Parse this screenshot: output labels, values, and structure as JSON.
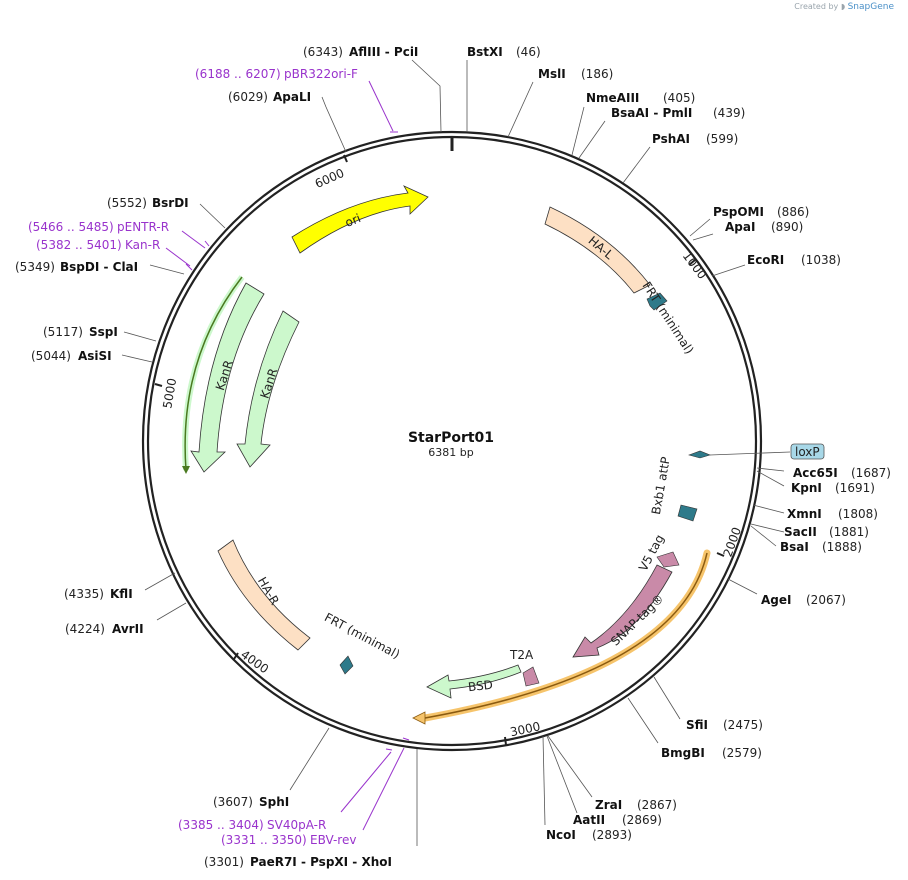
{
  "credit": {
    "created_by": "Created by",
    "brand": "SnapGene"
  },
  "plasmid": {
    "name": "StarPort01",
    "length_label": "6381 bp",
    "length": 6381
  },
  "ticks": [
    {
      "pos": 1000,
      "label": "1000"
    },
    {
      "pos": 2000,
      "label": "2000"
    },
    {
      "pos": 3000,
      "label": "3000"
    },
    {
      "pos": 4000,
      "label": "4000"
    },
    {
      "pos": 5000,
      "label": "5000"
    },
    {
      "pos": 6000,
      "label": "6000"
    }
  ],
  "sites": [
    {
      "id": "bstxi",
      "pos": 46,
      "name": "BstXI",
      "num": "(46)",
      "side": "right"
    },
    {
      "id": "msli",
      "pos": 186,
      "name": "MslI",
      "num": "(186)",
      "side": "right"
    },
    {
      "id": "nmeaiii",
      "pos": 405,
      "name": "NmeAIII",
      "num": "(405)",
      "side": "right"
    },
    {
      "id": "bsaai",
      "pos": 439,
      "name": "BsaAI  -  PmlI",
      "num": "(439)",
      "side": "right"
    },
    {
      "id": "pshai",
      "pos": 599,
      "name": "PshAI",
      "num": "(599)",
      "side": "right"
    },
    {
      "id": "pspomi",
      "pos": 886,
      "name": "PspOMI",
      "num": "(886)",
      "side": "right"
    },
    {
      "id": "apai",
      "pos": 890,
      "name": "ApaI",
      "num": "(890)",
      "side": "right"
    },
    {
      "id": "ecori",
      "pos": 1038,
      "name": "EcoRI",
      "num": "(1038)",
      "side": "right"
    },
    {
      "id": "acc65i",
      "pos": 1687,
      "name": "Acc65I",
      "num": "(1687)",
      "side": "right"
    },
    {
      "id": "kpni",
      "pos": 1691,
      "name": "KpnI",
      "num": "(1691)",
      "side": "right"
    },
    {
      "id": "xmni",
      "pos": 1808,
      "name": "XmnI",
      "num": "(1808)",
      "side": "right"
    },
    {
      "id": "sacii",
      "pos": 1881,
      "name": "SacII",
      "num": "(1881)",
      "side": "right"
    },
    {
      "id": "bsai",
      "pos": 1888,
      "name": "BsaI",
      "num": "(1888)",
      "side": "right"
    },
    {
      "id": "agei",
      "pos": 2067,
      "name": "AgeI",
      "num": "(2067)",
      "side": "right"
    },
    {
      "id": "sfii",
      "pos": 2475,
      "name": "SfiI",
      "num": "(2475)",
      "side": "right"
    },
    {
      "id": "bmgbi",
      "pos": 2579,
      "name": "BmgBI",
      "num": "(2579)",
      "side": "right"
    },
    {
      "id": "zrai",
      "pos": 2867,
      "name": "ZraI",
      "num": "(2867)",
      "side": "right"
    },
    {
      "id": "aatii",
      "pos": 2869,
      "name": "AatII",
      "num": "(2869)",
      "side": "right"
    },
    {
      "id": "ncoi",
      "pos": 2893,
      "name": "NcoI",
      "num": "(2893)",
      "side": "right"
    },
    {
      "id": "paer7i",
      "pos": 3301,
      "name": "PaeR7I  -  PspXI  -  XhoI",
      "num": "(3301)",
      "side": "left"
    },
    {
      "id": "sphi",
      "pos": 3607,
      "name": "SphI",
      "num": "(3607)",
      "side": "left"
    },
    {
      "id": "avrii",
      "pos": 4224,
      "name": "AvrII",
      "num": "(4224)",
      "side": "left"
    },
    {
      "id": "kfli",
      "pos": 4335,
      "name": "KflI",
      "num": "(4335)",
      "side": "left"
    },
    {
      "id": "asisi",
      "pos": 5044,
      "name": "AsiSI",
      "num": "(5044)",
      "side": "left"
    },
    {
      "id": "sspi",
      "pos": 5117,
      "name": "SspI",
      "num": "(5117)",
      "side": "left"
    },
    {
      "id": "bspdi",
      "pos": 5349,
      "name": "BspDI  -  ClaI",
      "num": "(5349)",
      "side": "left"
    },
    {
      "id": "bsrdi",
      "pos": 5552,
      "name": "BsrDI",
      "num": "(5552)",
      "side": "left"
    },
    {
      "id": "apali",
      "pos": 6029,
      "name": "ApaLI",
      "num": "(6029)",
      "side": "left"
    },
    {
      "id": "aflIII",
      "pos": 6343,
      "name": "AflIII  -  PciI",
      "num": "(6343)",
      "side": "left"
    }
  ],
  "primers": [
    {
      "id": "pbr322ori",
      "range": "(6188 .. 6207)",
      "name": "pBR322ori-F"
    },
    {
      "id": "pentr",
      "range": "(5466 .. 5485)",
      "name": "pENTR-R"
    },
    {
      "id": "kanr",
      "range": "(5382 .. 5401)",
      "name": "Kan-R"
    },
    {
      "id": "sv40pa",
      "range": "(3385 .. 3404)",
      "name": "SV40pA-R"
    },
    {
      "id": "ebvrev",
      "range": "(3331 .. 3350)",
      "name": "EBV-rev"
    }
  ],
  "features": [
    {
      "id": "ori",
      "label": "ori",
      "color": "#ffff00"
    },
    {
      "id": "ha-l",
      "label": "HA-L",
      "color": "#fde0c4"
    },
    {
      "id": "frt-top",
      "label": "FRT (minimal)",
      "color": "#2e7a8a"
    },
    {
      "id": "loxp",
      "label": "loxP",
      "color": "#a8d8e8"
    },
    {
      "id": "bxb1",
      "label": "Bxb1 attP",
      "color": "#2e7a8a"
    },
    {
      "id": "v5",
      "label": "V5 tag",
      "color": "#c98aa8"
    },
    {
      "id": "snap",
      "label": "SNAP-tag®",
      "color": "#c98aa8"
    },
    {
      "id": "t2a",
      "label": "T2A",
      "color": "#c98aa8"
    },
    {
      "id": "bsd",
      "label": "BSD",
      "color": "#ccf8cc"
    },
    {
      "id": "ha-r",
      "label": "HA-R",
      "color": "#fde0c4"
    },
    {
      "id": "frt-bot",
      "label": "FRT (minimal)",
      "color": "#2e7a8a"
    },
    {
      "id": "kanr1",
      "label": "KanR",
      "color": "#ccf8cc"
    },
    {
      "id": "kanr2",
      "label": "KanR",
      "color": "#ccf8cc"
    }
  ]
}
